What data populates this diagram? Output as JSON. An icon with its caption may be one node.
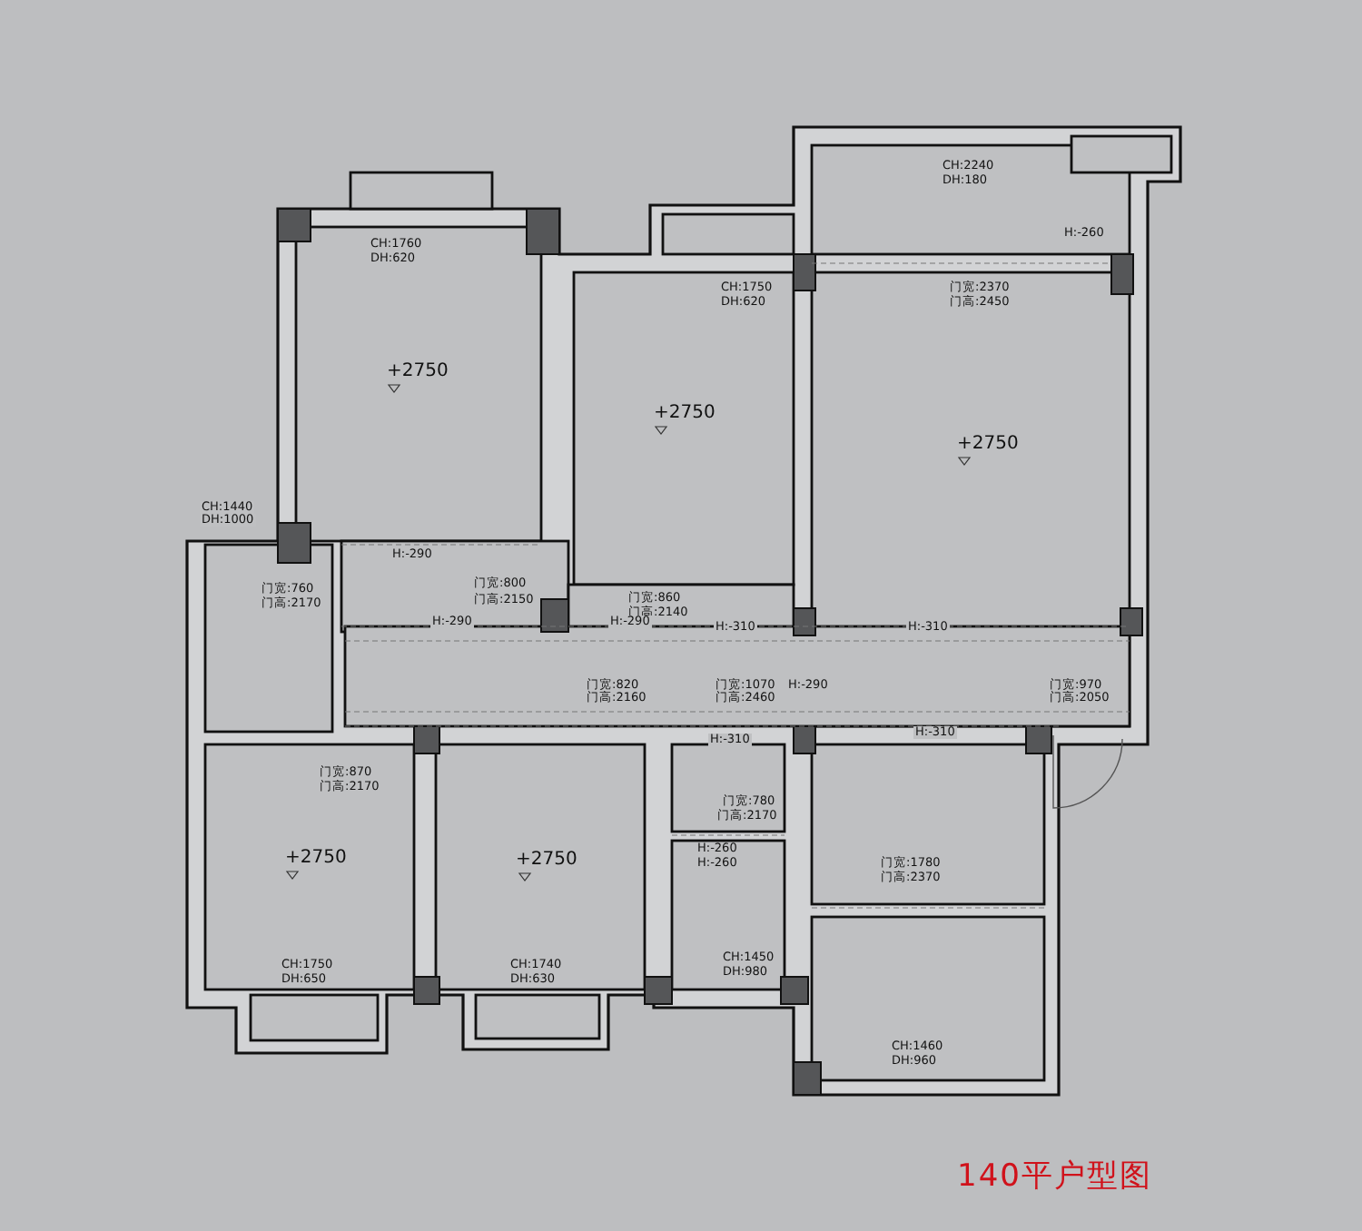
{
  "diagram": {
    "caption": "140平户型图",
    "labels": [
      "CH:2240",
      "DH:180",
      "CH:1760",
      "DH:620",
      "H:-260",
      "CH:1750",
      "DH:620",
      "门宽:2370",
      "门高:2450",
      "+2750",
      "+2750",
      "+2750",
      "CH:1440",
      "DH:1000",
      "H:-290",
      "门宽:760",
      "门高:2170",
      "门宽:800",
      "门高:2150",
      "门宽:860",
      "门高:2140",
      "H:-290",
      "H:-290",
      "H:-310",
      "H:-310",
      "门宽:820",
      "门高:2160",
      "门宽:1070",
      "门高:2460",
      "H:-290",
      "门宽:970",
      "门高:2050",
      "H:-310",
      "H:-310",
      "门宽:870",
      "门高:2170",
      "门宽:780",
      "门高:2170",
      "+2750",
      "+2750",
      "H:-260",
      "H:-260",
      "门宽:1780",
      "门高:2370",
      "CH:1450",
      "DH:980",
      "CH:1750",
      "DH:650",
      "CH:1740",
      "DH:630",
      "CH:1460",
      "DH:960"
    ]
  }
}
